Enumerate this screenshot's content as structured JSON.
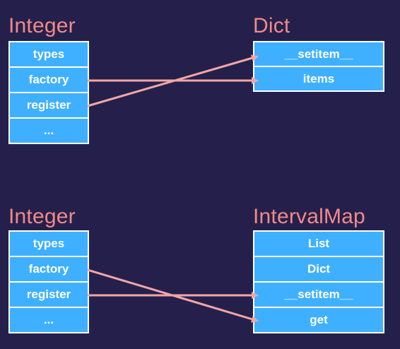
{
  "colors": {
    "background": "#25204b",
    "title": "#f08a8a",
    "cell_fill": "#3fb0ff",
    "cell_border": "#ffffff",
    "arrow": "#f3a6a6"
  },
  "top": {
    "left": {
      "title": "Integer",
      "cells": [
        "types",
        "factory",
        "register",
        "..."
      ]
    },
    "right": {
      "title": "Dict",
      "cells": [
        "__setitem__",
        "items"
      ]
    }
  },
  "bottom": {
    "left": {
      "title": "Integer",
      "cells": [
        "types",
        "factory",
        "register",
        "..."
      ]
    },
    "right": {
      "title": "IntervalMap",
      "cells": [
        "List",
        "Dict",
        "__setitem__",
        "get"
      ]
    }
  }
}
